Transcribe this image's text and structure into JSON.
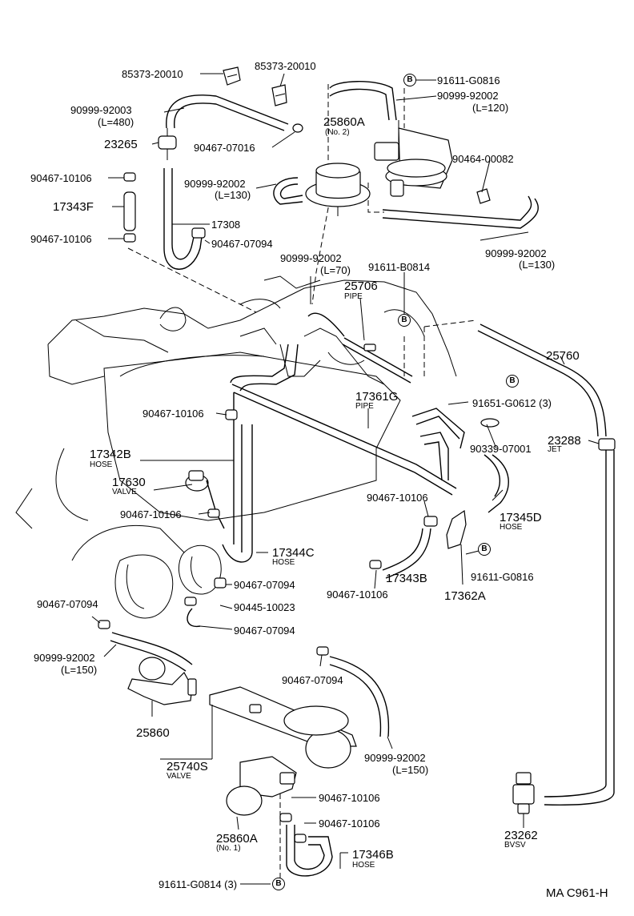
{
  "labels": {
    "p85373_a": "85373-20010",
    "p85373_b": "85373-20010",
    "p91611_g0816_top": "91611-G0816",
    "p90999_92003": "90999-92003",
    "p90999_92003_len": "(L=480)",
    "p90999_92002_top": "90999-92002",
    "p90999_92002_top_len": "(L=120)",
    "p25860A_no2": "25860A",
    "p25860A_no2_sub": "(No. 2)",
    "p23265": "23265",
    "p90467_07016": "90467-07016",
    "p90467_10106_a": "90467-10106",
    "p90464_00082": "90464-00082",
    "p90999_92002_l130a": "90999-92002",
    "p90999_92002_l130a_len": "(L=130)",
    "p17343F": "17343F",
    "p17308": "17308",
    "p90467_10106_b": "90467-10106",
    "p90467_07094_a": "90467-07094",
    "p90999_92002_l130b": "90999-92002",
    "p90999_92002_l130b_len": "(L=130)",
    "p90999_92002_l70": "90999-92002",
    "p90999_92002_l70_len": "(L=70)",
    "p91611_b0814": "91611-B0814",
    "p25706": "25706",
    "p25706_sub": "PIPE",
    "p25760": "25760",
    "p17361G": "17361G",
    "p17361G_sub": "PIPE",
    "p91651_g0612": "91651-G0612 (3)",
    "p90467_10106_c": "90467-10106",
    "p17342B": "17342B",
    "p17342B_sub": "HOSE",
    "p90339_07001": "90339-07001",
    "p23288": "23288",
    "p23288_sub": "JET",
    "p17630": "17630",
    "p17630_sub": "VALVE",
    "p90467_10106_d": "90467-10106",
    "p90467_10106_e": "90467-10106",
    "p17345D": "17345D",
    "p17345D_sub": "HOSE",
    "p17344C": "17344C",
    "p17344C_sub": "HOSE",
    "p91611_g0816_mid": "91611-G0816",
    "p90467_07094_b": "90467-07094",
    "p17343B": "17343B",
    "p90467_10106_f": "90467-10106",
    "p17362A": "17362A",
    "p90445_10023": "90445-10023",
    "p90467_07094_c": "90467-07094",
    "p90467_07094_d": "90467-07094",
    "p90999_92002_l150a": "90999-92002",
    "p90999_92002_l150a_len": "(L=150)",
    "p90467_07094_e": "90467-07094",
    "p25860": "25860",
    "p25740S": "25740S",
    "p25740S_sub": "VALVE",
    "p90999_92002_l150b": "90999-92002",
    "p90999_92002_l150b_len": "(L=150)",
    "p90467_10106_g": "90467-10106",
    "p90467_10106_h": "90467-10106",
    "p25860A_no1": "25860A",
    "p25860A_no1_sub": "(No. 1)",
    "p17346B": "17346B",
    "p17346B_sub": "HOSE",
    "p23262": "23262",
    "p23262_sub": "BVSV",
    "p91611_g0814": "91611-G0814 (3)",
    "code": "MA C961-H"
  },
  "marker": "B"
}
